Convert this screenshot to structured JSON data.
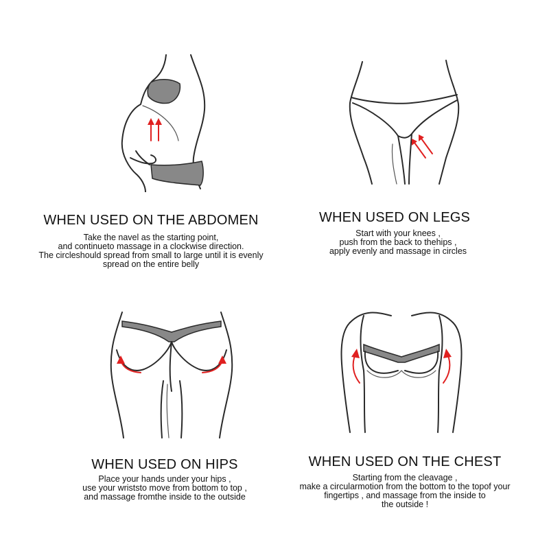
{
  "colors": {
    "arrow": "#e02020",
    "garment": "#888888",
    "outline": "#2a2a2a"
  },
  "sections": [
    {
      "title": "WHEN USED ON THE ABDOMEN",
      "lines": [
        "Take the navel as the starting point,",
        "and continueto massage in a clockwise direction.",
        "The circleshould spread from small to large until it is evenly",
        "spread on the entire belly"
      ],
      "icon": "pregnant-abdomen-illustration"
    },
    {
      "title": "WHEN USED ON LEGS",
      "lines": [
        "Start with your knees ,",
        "push from the back to thehips ,",
        "apply evenly and massage in circles"
      ],
      "icon": "legs-illustration"
    },
    {
      "title": "WHEN USED ON HIPS",
      "lines": [
        "Place your hands under your hips ,",
        "use your wriststo move from bottom to top ,",
        "and massage fromthe inside to the outside"
      ],
      "icon": "hips-illustration"
    },
    {
      "title": "WHEN USED ON THE CHEST",
      "lines": [
        "Starting from the cleavage ,",
        "make a circularmotion from the bottom to the topof your",
        "fingertips , and massage from the inside to",
        "the outside !"
      ],
      "icon": "chest-illustration"
    }
  ]
}
